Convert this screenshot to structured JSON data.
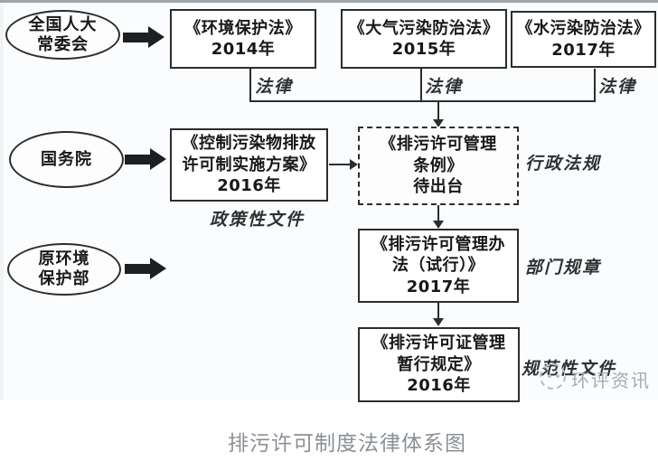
{
  "page": {
    "caption": "排污许可制度法律体系图"
  },
  "watermark": {
    "icon": "panda-logo-icon",
    "text": "环评资讯"
  },
  "diagram": {
    "actors": {
      "npc": {
        "line1": "全国人大",
        "line2": "常委会"
      },
      "council": {
        "line1": "国务院"
      },
      "mep": {
        "line1": "原环境",
        "line2": "保护部"
      }
    },
    "laws": [
      {
        "title": "《环境保护法》",
        "year": "2014年",
        "tag": "法律"
      },
      {
        "title": "《大气污染防治法》",
        "year": "2015年",
        "tag": "法律"
      },
      {
        "title": "《水污染防治法》",
        "year": "2017年",
        "tag": "法律"
      }
    ],
    "policy": {
      "line1": "《控制污染物排放",
      "line2": "许可制实施方案》",
      "line3": "2016年",
      "tag": "政策性文件"
    },
    "regulation": {
      "line1": "《排污许可管理",
      "line2": "条例》",
      "line3": "待出台",
      "tag": "行政法规"
    },
    "measures": {
      "line1": "《排污许可管理办",
      "line2": "法（试行）》",
      "line3": "2017年",
      "tag": "部门规章"
    },
    "interim": {
      "line1": "《排污许可证管理",
      "line2": "暂行规定》",
      "line3": "2016年",
      "tag": "规范性文件"
    }
  }
}
